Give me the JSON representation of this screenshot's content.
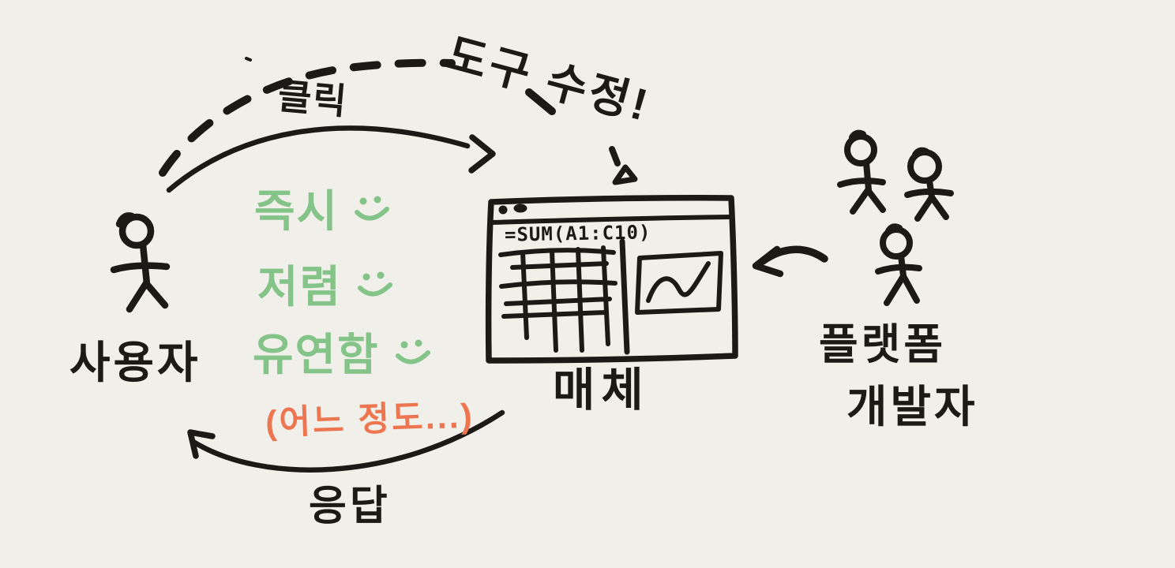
{
  "colors": {
    "background": "#f0efe9",
    "ink": "#1c1a17",
    "green": "#85c489",
    "orange": "#ed7550"
  },
  "arrows": {
    "click_label": "클릭",
    "tool_edit_label": "도구 수정!",
    "response_label": "응답"
  },
  "user": {
    "label": "사용자",
    "icon": "stick-figure"
  },
  "medium": {
    "label": "매체",
    "formula": "=SUM(A1:C10)",
    "icons": [
      "window-control-dots",
      "spreadsheet-grid",
      "line-chart-doodle"
    ]
  },
  "developers": {
    "line1": "플랫폼",
    "line2": "개발자",
    "icon": "stick-figure-group"
  },
  "benefits": {
    "items": [
      {
        "label": "즉시",
        "icon": "smiley"
      },
      {
        "label": "저렴",
        "icon": "smiley"
      },
      {
        "label": "유연함",
        "icon": "smiley"
      }
    ],
    "caveat": "(어느 정도...)"
  }
}
